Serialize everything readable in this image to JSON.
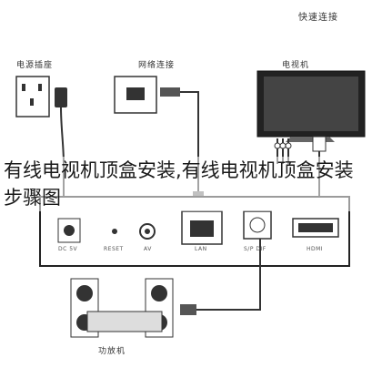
{
  "diagram": {
    "corner_label": "快速连接",
    "labels": {
      "power_outlet": "电源插座",
      "network": "网络连接",
      "tv": "电视机",
      "amp": "功放机"
    },
    "ports": {
      "dc": "DC 5V",
      "reset": "RESET",
      "av": "AV",
      "lan": "LAN",
      "spdif": "S/P DIF",
      "hdmi": "HDMI"
    }
  },
  "caption": "有线电视机顶盒安装,有线电视机顶盒安装步骤图"
}
